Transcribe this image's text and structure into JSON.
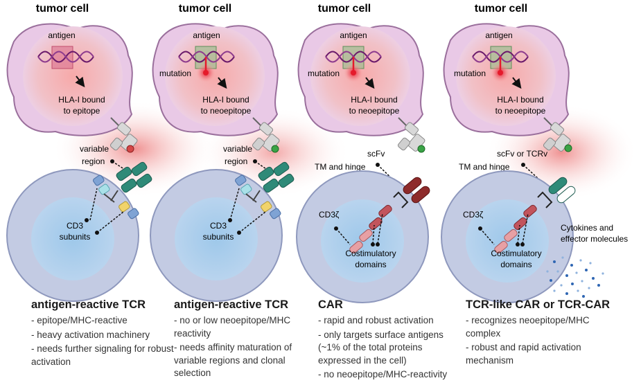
{
  "panels": [
    {
      "header": "tumor cell",
      "antigen_label": "antigen",
      "mutation_label": "",
      "hla_label_1": "HLA-I bound",
      "hla_label_2": "to epitope",
      "variable_label_1": "variable",
      "variable_label_2": "region",
      "cd3_label_1": "CD3",
      "cd3_label_2": "subunits",
      "caption_title": "antigen-reactive TCR",
      "caption_lines": [
        "- epitope/MHC-reactive",
        "- heavy activation machinery",
        "- needs further signaling for robust activation"
      ]
    },
    {
      "header": "tumor cell",
      "antigen_label": "antigen",
      "mutation_label": "mutation",
      "hla_label_1": "HLA-I bound",
      "hla_label_2": "to neoepitope",
      "variable_label_1": "variable",
      "variable_label_2": "region",
      "cd3_label_1": "CD3",
      "cd3_label_2": "subunits",
      "caption_title": "antigen-reactive TCR",
      "caption_lines": [
        "- no or low neoepitope/MHC reactivity",
        "- needs affinity maturation of variable regions and clonal selection"
      ]
    },
    {
      "header": "tumor cell",
      "antigen_label": "antigen",
      "mutation_label": "mutation",
      "hla_label_1": "HLA-I bound",
      "hla_label_2": "to neoepitope",
      "scfv_label": "scFv",
      "tm_label": "TM and hinge",
      "cd3z_label": "CD3ζ",
      "costim_label_1": "Costimulatory",
      "costim_label_2": "domains",
      "caption_title": "CAR",
      "caption_lines": [
        "- rapid and robust activation",
        "- only targets surface antigens (~1% of the total proteins expressed in the cell)",
        "- no neoepitope/MHC-reactivity"
      ]
    },
    {
      "header": "tumor cell",
      "antigen_label": "antigen",
      "mutation_label": "mutation",
      "hla_label_1": "HLA-I bound",
      "hla_label_2": "to neoepitope",
      "scfv_label": "scFv or TCRv",
      "tm_label": "TM and hinge",
      "cd3z_label": "CD3ζ",
      "costim_label_1": "Costimulatory",
      "costim_label_2": "domains",
      "cytokine_label_1": "Cytokines and",
      "cytokine_label_2": "effector molecules",
      "caption_title": "TCR-like CAR or TCR-CAR",
      "caption_lines": [
        "- recognizes neoepitope/MHC complex",
        "- robust and rapid activation mechanism"
      ]
    }
  ],
  "colors": {
    "tumor_fill": "#e9c9e6",
    "tumor_stroke": "#9a6f9c",
    "tcell_fill": "#c3cbe3",
    "tcell_stroke": "#8e98bd",
    "nucleus": "#a9c8e6",
    "tcr": "#2f8a78",
    "car": "#8e2b2b",
    "car_light": "#e7a0a4",
    "dna": "#6b1a6b"
  }
}
